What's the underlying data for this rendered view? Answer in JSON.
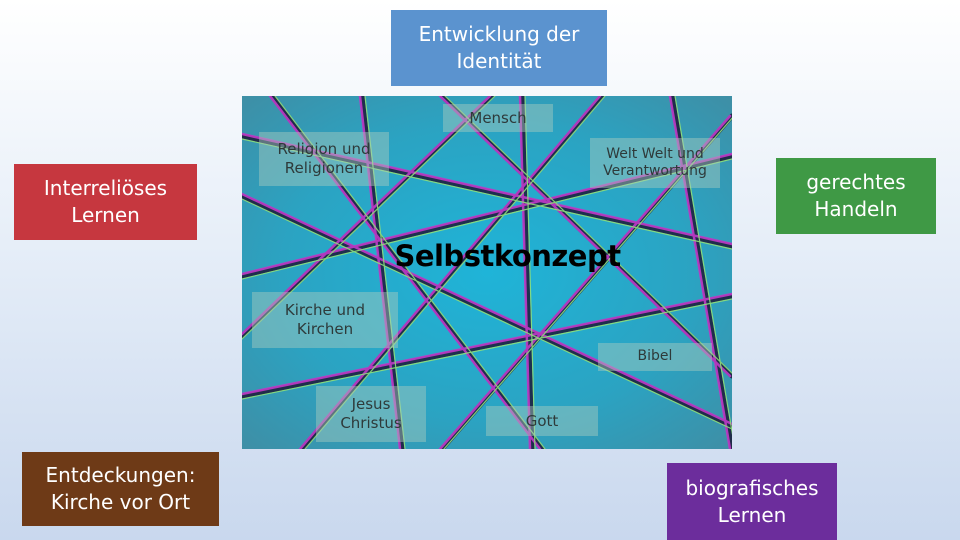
{
  "boxes": {
    "identity": "Entwicklung der\nIdentität",
    "interreligious": "Interreliöses\nLernen",
    "justice": "gerechtes\nHandeln",
    "discoveries": "Entdeckungen:\nKirche vor Ort",
    "biographical": "biografisches\nLernen"
  },
  "center": {
    "title": "Selbstkonzept",
    "labels": {
      "mensch": "Mensch",
      "religion": "Religion und\nReligionen",
      "welt": "Welt Welt und\nVerantwortung",
      "kirche": "Kirche und\nKirchen",
      "bibel": "Bibel",
      "jesus": "Jesus\nChristus",
      "gott": "Gott"
    }
  },
  "colors": {
    "identity": "#5b93cf",
    "interreligious": "#c6373f",
    "justice": "#3f9945",
    "discoveries": "#6e3a17",
    "biographical": "#6c2d9c",
    "image_background": "#2aa8c8"
  }
}
